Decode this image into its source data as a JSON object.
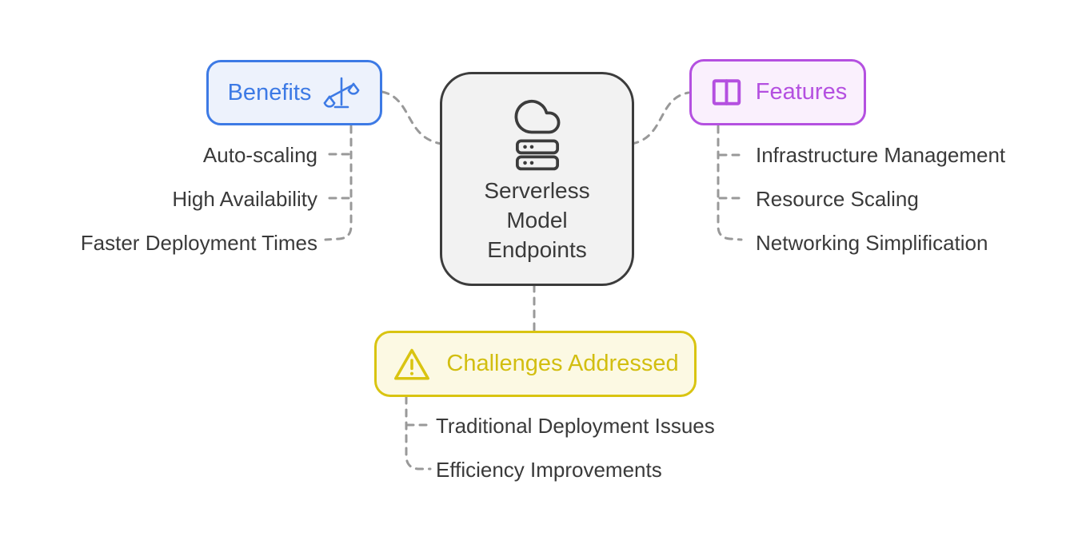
{
  "diagram": {
    "center_node": {
      "title": "Serverless Model Endpoints",
      "icon": "cloud-server"
    },
    "branches": {
      "benefits": {
        "label": "Benefits",
        "icon": "balance-scale",
        "accent": "#3D7AE5",
        "fill": "#EDF2FC",
        "items": [
          "Auto-scaling",
          "High Availability",
          "Faster Deployment Times"
        ]
      },
      "features": {
        "label": "Features",
        "icon": "columns",
        "accent": "#B450E0",
        "fill": "#FAF0FD",
        "items": [
          "Infrastructure Management",
          "Resource Scaling",
          "Networking Simplification"
        ]
      },
      "challenges": {
        "label": "Challenges Addressed",
        "icon": "warning-triangle",
        "accent": "#D9C411",
        "fill": "#FCF9E3",
        "items": [
          "Traditional Deployment Issues",
          "Efficiency Improvements"
        ]
      }
    },
    "colors": {
      "background": "#FFFFFF",
      "connector": "#999999",
      "leaf_text": "#3A3A3A",
      "center_border": "#3C3C3C",
      "center_fill": "#F2F2F2"
    }
  }
}
